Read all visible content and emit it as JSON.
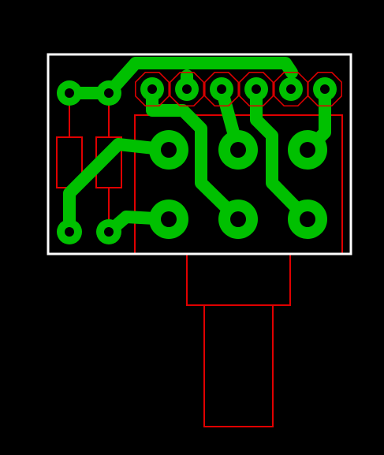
{
  "colors": {
    "background": "#000000",
    "board_outline": "#ffffff",
    "copper": "#00c000",
    "silkscreen": "#e00000",
    "drill": "#000000"
  },
  "board": {
    "component_count": 6,
    "connector_pin_count": 6,
    "pot_pad_count": 6,
    "resistor_count": 2
  }
}
